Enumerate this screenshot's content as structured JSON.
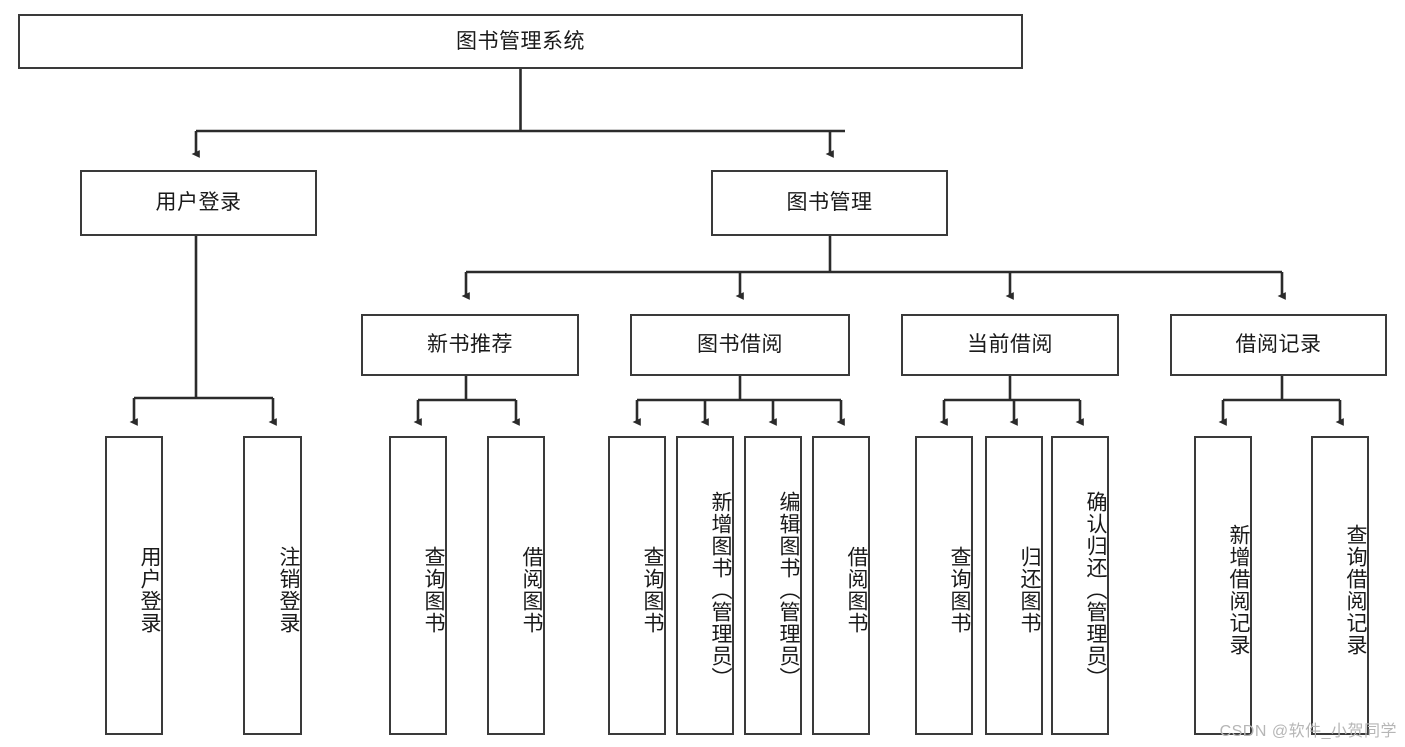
{
  "diagram": {
    "title": "图书管理系统",
    "type": "tree",
    "watermark": "CSDN @软件_小贺同学",
    "colors": {
      "box_border": "#3a3a3a",
      "box_fill": "#ffffff",
      "edge": "#2b2b2b",
      "text": "#1a1a1a",
      "watermark": "#b6b6b6",
      "canvas": "#ffffff"
    },
    "levels": {
      "root": {
        "label": "图书管理系统",
        "orientation": "horizontal"
      },
      "level2": [
        {
          "id": "user-login",
          "label": "用户登录",
          "orientation": "horizontal"
        },
        {
          "id": "book-management",
          "label": "图书管理",
          "orientation": "horizontal"
        }
      ],
      "level3": [
        {
          "id": "new-book-recommend",
          "label": "新书推荐",
          "orientation": "horizontal"
        },
        {
          "id": "book-borrow",
          "label": "图书借阅",
          "orientation": "horizontal"
        },
        {
          "id": "current-borrow",
          "label": "当前借阅",
          "orientation": "horizontal"
        },
        {
          "id": "borrow-record",
          "label": "借阅记录",
          "orientation": "horizontal"
        }
      ],
      "leaves": [
        {
          "id": "leaf-user-login",
          "label": "用户登录",
          "parent": "user-login",
          "orientation": "vertical"
        },
        {
          "id": "leaf-logout-login",
          "label": "注销登录",
          "parent": "user-login",
          "orientation": "vertical"
        },
        {
          "id": "leaf-query-book-1",
          "label": "查询图书",
          "parent": "new-book-recommend",
          "orientation": "vertical"
        },
        {
          "id": "leaf-borrow-book-1",
          "label": "借阅图书",
          "parent": "new-book-recommend",
          "orientation": "vertical"
        },
        {
          "id": "leaf-query-book-2",
          "label": "查询图书",
          "parent": "book-borrow",
          "orientation": "vertical"
        },
        {
          "id": "leaf-add-book",
          "label": "新增图书（管理员）",
          "parent": "book-borrow",
          "orientation": "vertical"
        },
        {
          "id": "leaf-edit-book",
          "label": "编辑图书（管理员）",
          "parent": "book-borrow",
          "orientation": "vertical"
        },
        {
          "id": "leaf-borrow-book-2",
          "label": "借阅图书",
          "parent": "book-borrow",
          "orientation": "vertical"
        },
        {
          "id": "leaf-query-book-3",
          "label": "查询图书",
          "parent": "current-borrow",
          "orientation": "vertical"
        },
        {
          "id": "leaf-return-book",
          "label": "归还图书",
          "parent": "current-borrow",
          "orientation": "vertical"
        },
        {
          "id": "leaf-confirm-return",
          "label": "确认归还（管理员）",
          "parent": "current-borrow",
          "orientation": "vertical"
        },
        {
          "id": "leaf-add-record",
          "label": "新增借阅记录",
          "parent": "borrow-record",
          "orientation": "vertical"
        },
        {
          "id": "leaf-query-record",
          "label": "查询借阅记录",
          "parent": "borrow-record",
          "orientation": "vertical"
        }
      ]
    }
  }
}
